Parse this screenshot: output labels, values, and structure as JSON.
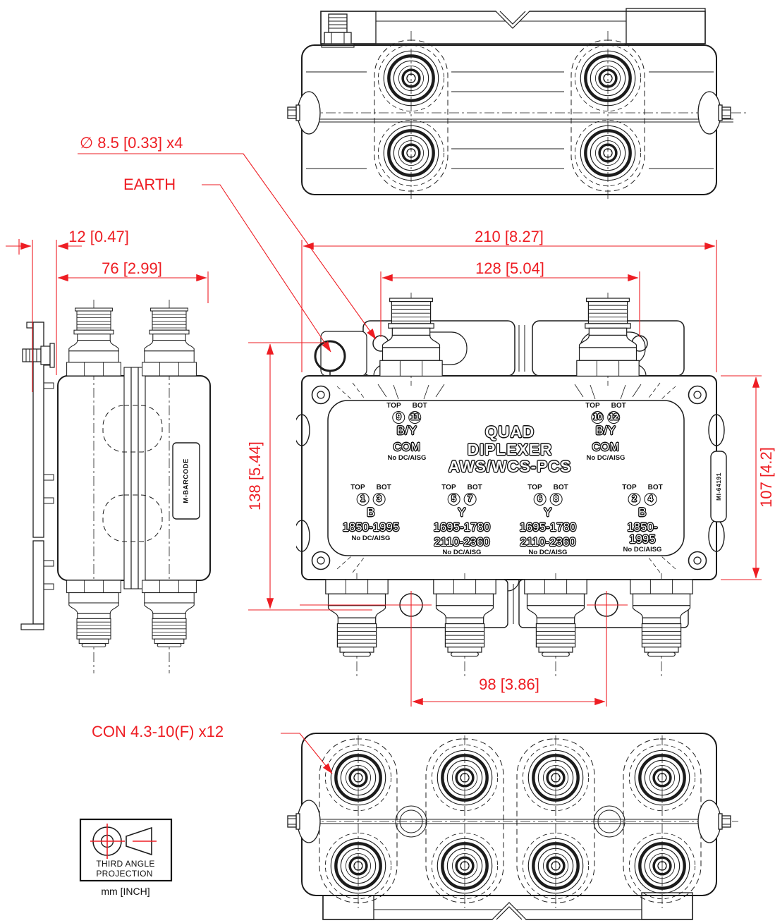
{
  "drawing": {
    "type": "mechanical outline drawing, third angle projection",
    "colors": {
      "dimension": "#EE1D23",
      "line": "#1c1c1c",
      "background": "#ffffff"
    },
    "callouts": {
      "hole": "∅ 8.5 [0.33] x4",
      "earth": "EARTH",
      "connector": "CON 4.3-10(F) x12"
    },
    "dimensions": {
      "bracket_offset": "12 [0.47]",
      "body_depth": "76 [2.99]",
      "overall_width": "210 [8.27]",
      "mount_hole_spacing": "128 [5.04]",
      "overall_height": "138 [5.44]",
      "body_height": "107 [4.2]",
      "bottom_hole_spacing": "98 [3.86]"
    },
    "projection": {
      "line1": "THIRD ANGLE",
      "line2": "PROJECTION",
      "units": "mm [INCH]"
    },
    "label": {
      "title": [
        "QUAD",
        "DIPLEXER",
        "AWS/WCS-PCS"
      ],
      "col_top": "TOP",
      "col_bot": "BOT",
      "top_ports": [
        {
          "top_num": "9",
          "bot_num": "11",
          "band": "B/Y",
          "port": "COM",
          "note": "No DC/AISG"
        },
        {
          "top_num": "10",
          "bot_num": "12",
          "band": "B/Y",
          "port": "COM",
          "note": "No DC/AISG"
        }
      ],
      "bottom_ports": [
        {
          "top_num": "1",
          "bot_num": "3",
          "band": "B",
          "freq1": "1850-1995",
          "note": "No DC/AISG"
        },
        {
          "top_num": "5",
          "bot_num": "7",
          "band": "Y",
          "freq1": "1695-1780",
          "freq2": "2110-2360",
          "note": "No DC/AISG"
        },
        {
          "top_num": "6",
          "bot_num": "8",
          "band": "Y",
          "freq1": "1695-1780",
          "freq2": "2110-2360",
          "note": "No DC/AISG"
        },
        {
          "top_num": "2",
          "bot_num": "4",
          "band": "B",
          "freq1": "1850-1995",
          "note": "No DC/AISG"
        }
      ],
      "side_tag": "MI-64191",
      "barcode_tag": "M-BARCODE"
    }
  }
}
